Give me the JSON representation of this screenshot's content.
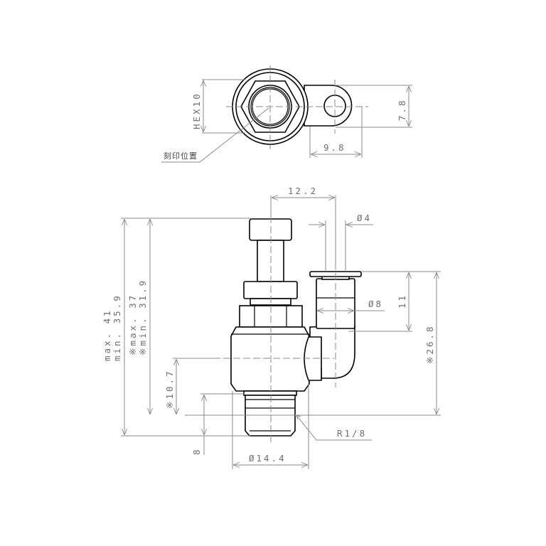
{
  "drawing": {
    "title": "Speed controller elbow fitting technical drawing",
    "colors": {
      "outline": "#000000",
      "dimension": "#8a8a8a",
      "dimension_text": "#6e6e6e",
      "background": "#ffffff"
    },
    "top_view": {
      "hex_label": "HEX10",
      "width_label": "9.8",
      "height_label": "7.8",
      "marking_label": "刻印位置"
    },
    "front_view": {
      "offset_label": "12.2",
      "tube_od_label": "Ø4",
      "collet_od_label": "Ø8",
      "collet_height_label": "11",
      "port_height_label": "※26.8",
      "max_label": "max. 41",
      "min_label": "min. 35.9",
      "max_star_label": "※max. 37",
      "min_star_label": "※min. 31.9",
      "port_center_label": "※10.7",
      "thread_length_label": "8",
      "body_diameter_label": "Ø14.4",
      "thread_label": "R1/8"
    }
  }
}
